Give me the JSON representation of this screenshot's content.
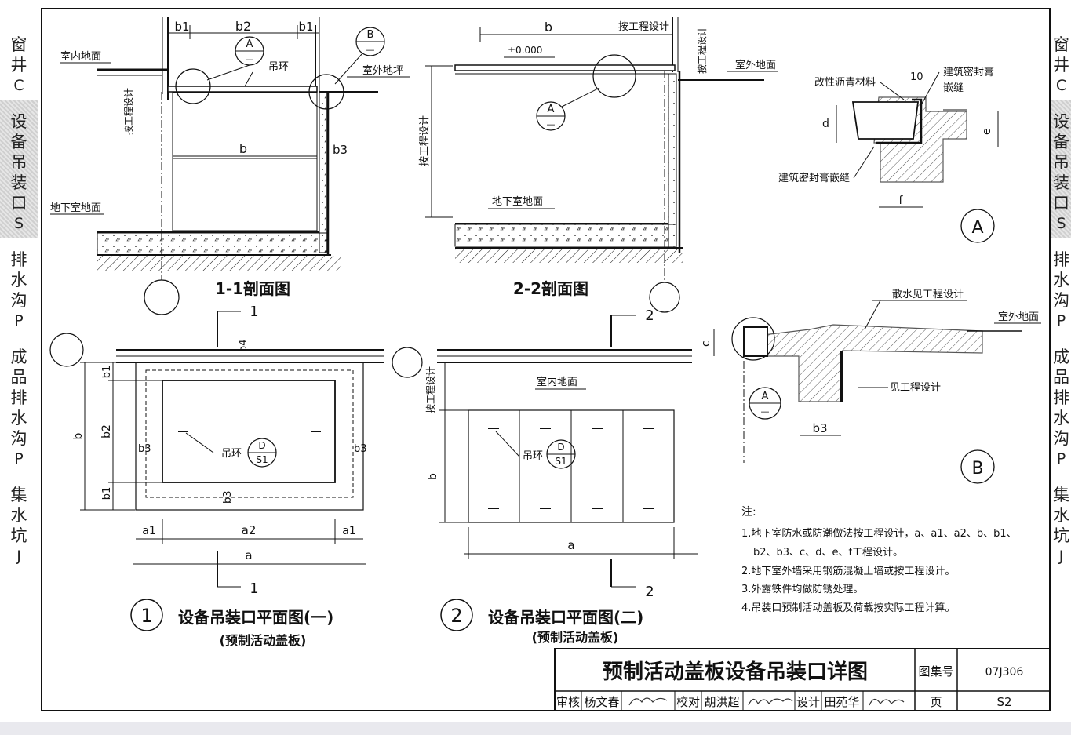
{
  "left_nav": [
    {
      "label": "窗井",
      "code": "C",
      "active": false
    },
    {
      "label": "设备吊装口",
      "code": "S",
      "active": true
    },
    {
      "label": "排水沟",
      "code": "P",
      "active": false
    },
    {
      "label": "成品排水沟",
      "code": "P",
      "active": false
    },
    {
      "label": "集水坑",
      "code": "J",
      "active": false
    }
  ],
  "section11": {
    "title": "1-1剖面图",
    "labels": {
      "b1a": "b1",
      "b2": "b2",
      "b1b": "b1",
      "b": "b",
      "b3": "b3",
      "indoor": "室内地面",
      "outdoor": "室外地坪",
      "basement": "地下室地面",
      "ring": "吊环",
      "design": "按工程设计",
      "markA": "A",
      "markB": "B",
      "dash": "—"
    }
  },
  "section22": {
    "title": "2-2剖面图",
    "labels": {
      "b": "b",
      "design_top": "按工程设计",
      "design_right": "按工程设计",
      "zero": "±0.000",
      "outdoor": "室外地面",
      "design_left": "按工程设计",
      "basement": "地下室地面",
      "markA": "A",
      "dash": "—"
    }
  },
  "detailA": {
    "mark": "A",
    "labels": {
      "asphalt": "改性沥青材料",
      "ten": "10",
      "sealant": "建筑密封膏",
      "seam": "嵌缝",
      "sealant_seam": "建筑密封膏嵌缝",
      "d": "d",
      "e": "e",
      "f": "f"
    }
  },
  "detailB": {
    "mark": "B",
    "labels": {
      "apron": "散水见工程设计",
      "outdoor": "室外地面",
      "c": "c",
      "see_design": "见工程设计",
      "b3": "b3",
      "markA": "A",
      "dash": "—"
    }
  },
  "plan1": {
    "num": "1",
    "title": "设备吊装口平面图(一)",
    "subtitle": "(预制活动盖板)",
    "labels": {
      "cut": "1",
      "b4": "b4",
      "b1": "b1",
      "b2": "b2",
      "b": "b",
      "b3": "b3",
      "a1": "a1",
      "a2": "a2",
      "a": "a",
      "ring": "吊环",
      "D": "D",
      "S1": "S1"
    }
  },
  "plan2": {
    "num": "2",
    "title": "设备吊装口平面图(二)",
    "subtitle": "(预制活动盖板)",
    "labels": {
      "cut": "2",
      "indoor": "室内地面",
      "design": "按工程设计",
      "b": "b",
      "a": "a",
      "ring": "吊环",
      "D": "D",
      "S1": "S1"
    }
  },
  "notes": {
    "heading": "注:",
    "items": [
      "1.地下室防水或防潮做法按工程设计，a、a1、a2、b、b1、",
      "b2、b3、c、d、e、f工程设计。",
      "2.地下室外墙采用钢筋混凝土墙或按工程设计。",
      "3.外露铁件均做防锈处理。",
      "4.吊装口预制活动盖板及荷载按实际工程计算。"
    ]
  },
  "title_block": {
    "title": "预制活动盖板设备吊装口详图",
    "atlas_label": "图集号",
    "atlas_no": "07J306",
    "review_label": "审核",
    "reviewer": "杨文春",
    "check_label": "校对",
    "checker": "胡洪超",
    "design_label": "设计",
    "designer": "田苑华",
    "page_label": "页",
    "page_no": "S2"
  }
}
